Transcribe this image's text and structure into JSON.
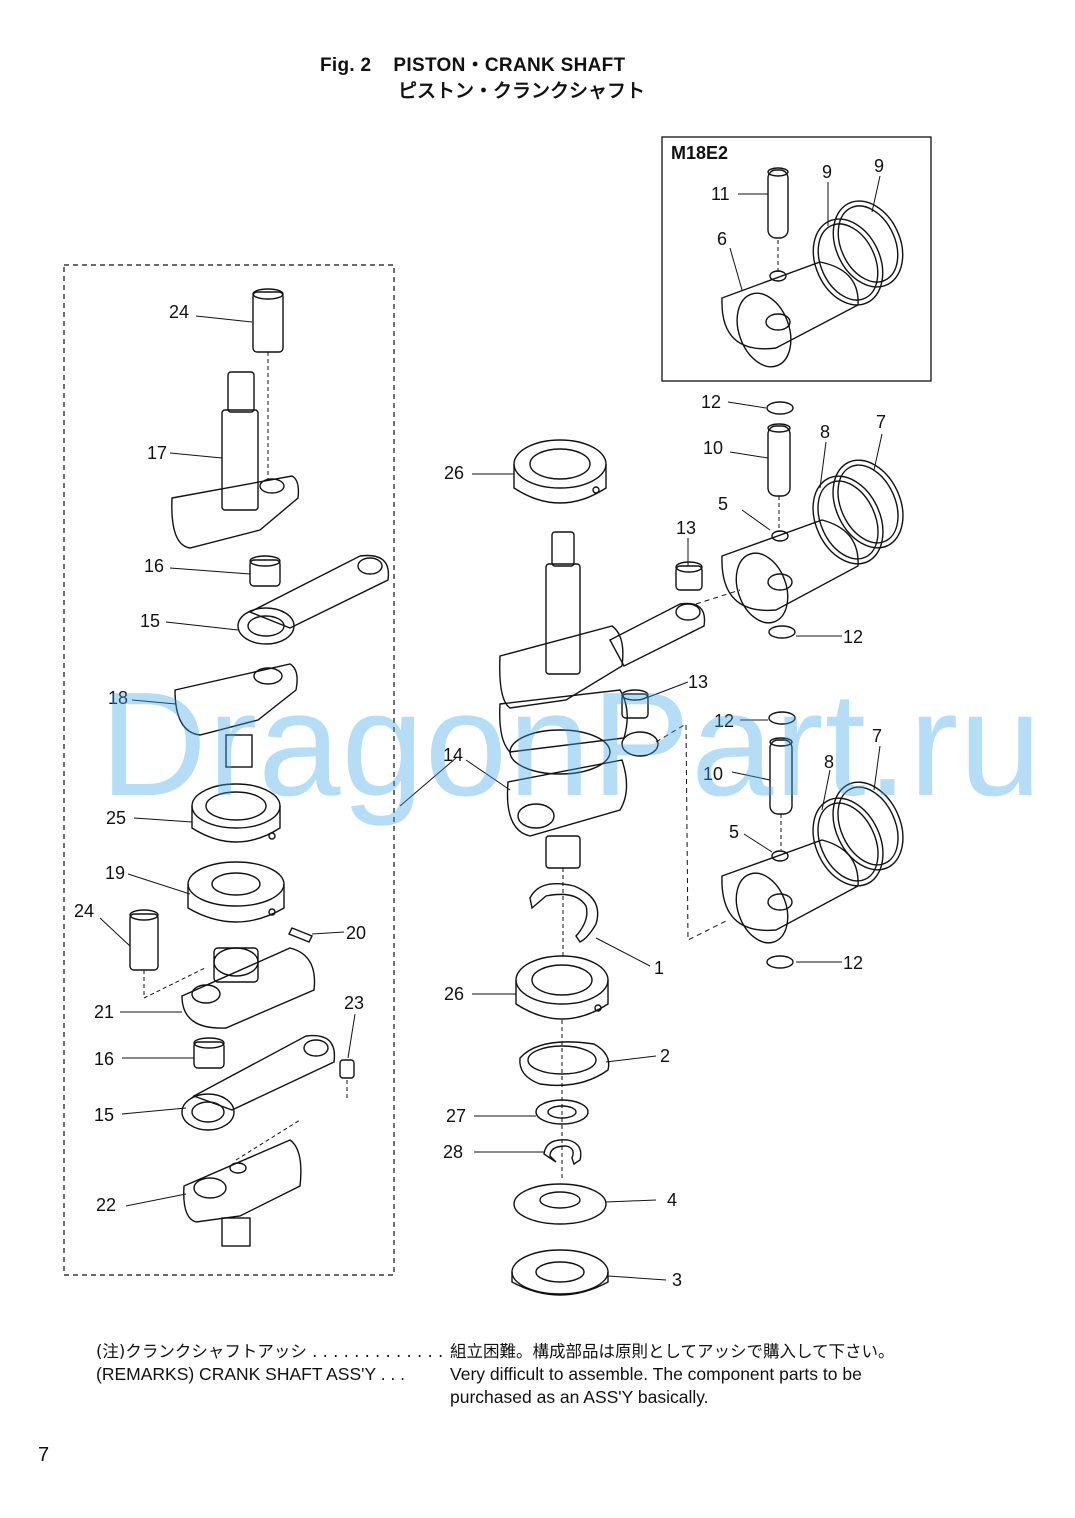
{
  "header": {
    "fig": "Fig. 2",
    "title_en": "PISTON・CRANK SHAFT",
    "title_jp": "ピストン・クランクシャフト"
  },
  "inset": {
    "title": "M18E2"
  },
  "callouts": {
    "c1": "1",
    "c2": "2",
    "c3": "3",
    "c4": "4",
    "c5a": "5",
    "c5b": "5",
    "c6": "6",
    "c7a": "7",
    "c7b": "7",
    "c8a": "8",
    "c8b": "8",
    "c9a": "9",
    "c9b": "9",
    "c10a": "10",
    "c10b": "10",
    "c11": "11",
    "c12a": "12",
    "c12b": "12",
    "c12c": "12",
    "c12d": "12",
    "c13a": "13",
    "c13b": "13",
    "c14": "14",
    "c15a": "15",
    "c15b": "15",
    "c16a": "16",
    "c16b": "16",
    "c17": "17",
    "c18": "18",
    "c19": "19",
    "c20": "20",
    "c21": "21",
    "c22": "22",
    "c23": "23",
    "c24a": "24",
    "c24b": "24",
    "c25": "25",
    "c26a": "26",
    "c26b": "26",
    "c27": "27",
    "c28": "28"
  },
  "remarks": {
    "jp_key": "(注)クランクシャフトアッシ . . . . . . . . . . . . .",
    "jp_value": "組立困難。構成部品は原則としてアッシで購入して下さい。",
    "en_key": "(REMARKS) CRANK SHAFT ASS'Y . . .",
    "en_value_1": "Very difficult to assemble. The component parts to be",
    "en_value_2": "purchased as an ASS'Y basically."
  },
  "page_number": "7",
  "watermark": "DragonPart.ru",
  "colors": {
    "ink": "#111111",
    "watermark": "#3fa7e6"
  }
}
